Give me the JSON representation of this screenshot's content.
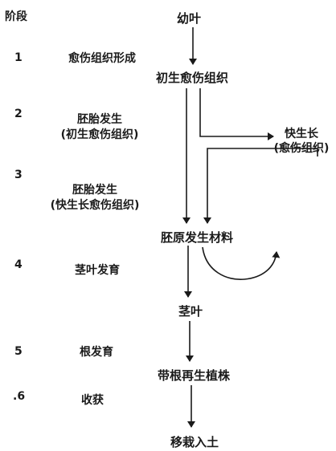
{
  "header": {
    "stage_label": "阶段"
  },
  "stages": [
    {
      "number": "1",
      "lines": [
        "愈伤组织形成"
      ]
    },
    {
      "number": "2",
      "lines": [
        "胚胎发生",
        "(初生愈伤组织)"
      ]
    },
    {
      "number": "3",
      "lines": [
        "胚胎发生",
        "(快生长愈伤组织)"
      ]
    },
    {
      "number": "4",
      "lines": [
        "茎叶发育"
      ]
    },
    {
      "number": "5",
      "lines": [
        "根发育"
      ]
    },
    {
      "number": ".6",
      "lines": [
        "收获"
      ]
    }
  ],
  "flow": {
    "start": "幼叶",
    "primary_callus": "初生愈伤组织",
    "fast_growth": [
      "快生长",
      "(愈伤组织)"
    ],
    "embryogenic": "胚原发生材料",
    "shoots": "茎叶",
    "rooted_plant": "带根再生植株",
    "transplant": "移栽入土"
  }
}
